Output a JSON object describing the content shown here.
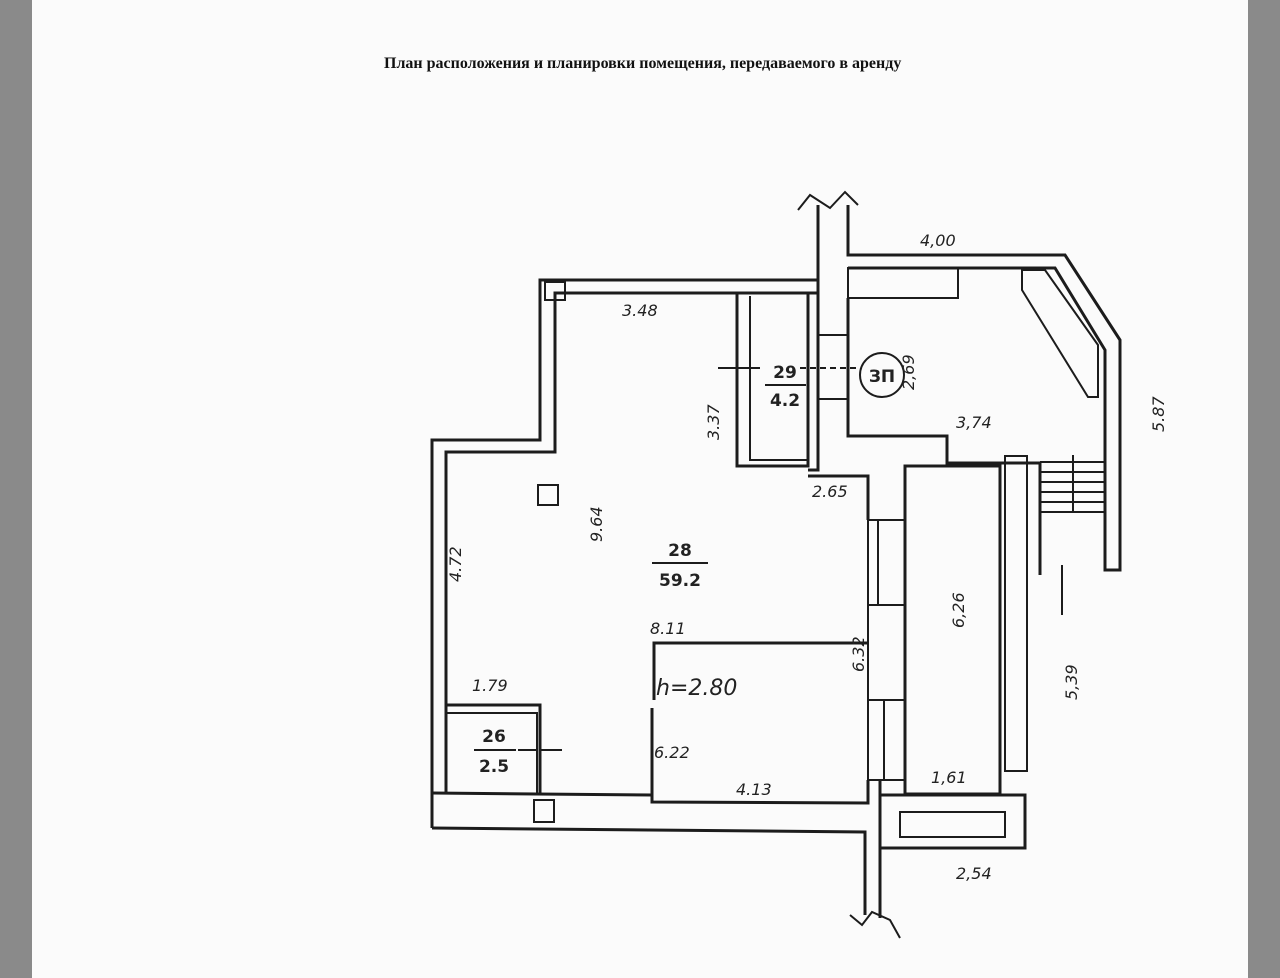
{
  "title": "План расположения и планировки помещения, передаваемого в аренду",
  "rooms": [
    {
      "number": "29",
      "area": "4.2"
    },
    {
      "number": "28",
      "area": "59.2"
    },
    {
      "number": "26",
      "area": "2.5"
    }
  ],
  "stair_mark": "ЗП",
  "ceiling_height": "h=2.80",
  "dimensions": {
    "d400": "4,00",
    "d348": "3.48",
    "d269": "2,69",
    "d587": "5.87",
    "d374": "3,74",
    "d337": "3.37",
    "d265": "2.65",
    "d964": "9.64",
    "d472": "4.72",
    "d811": "8.11",
    "d632": "6.32",
    "d626": "6,26",
    "d539": "5,39",
    "d179": "1.79",
    "d622": "6.22",
    "d413": "4.13",
    "d161": "1,61",
    "d254": "2,54"
  },
  "colors": {
    "page": "#fbfbfb",
    "margin": "#8a8a8a",
    "ink": "#1c1c1c"
  }
}
